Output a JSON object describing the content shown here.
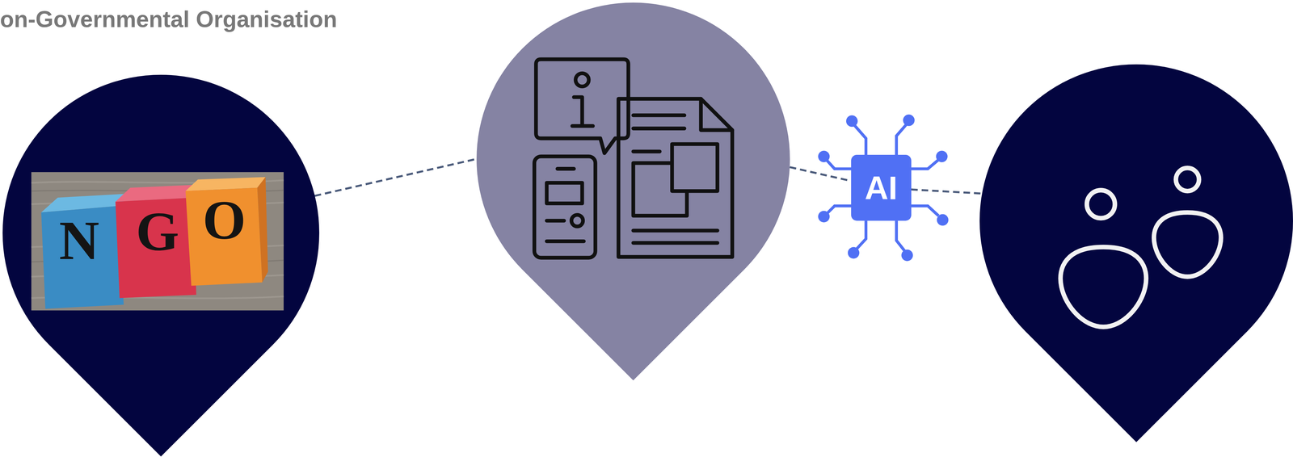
{
  "diagram": {
    "title": "on-Governmental Organisation",
    "nodes": [
      {
        "text": [
          "N",
          "G",
          "O"
        ]
      },
      {
        "text": []
      },
      {
        "text": [
          "AI"
        ]
      },
      {
        "text": []
      }
    ],
    "edges": [
      {
        "from": 0,
        "to": 1,
        "arrow": "none"
      },
      {
        "from": 1,
        "to": 2,
        "arrow": "none"
      },
      {
        "from": 2,
        "to": 3,
        "arrow": "none"
      }
    ]
  }
}
